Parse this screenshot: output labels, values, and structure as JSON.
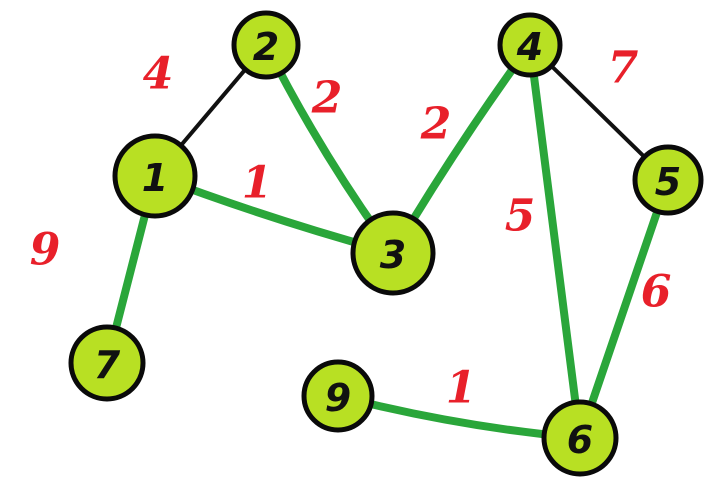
{
  "graph": {
    "colors": {
      "node_fill": "#b8e023",
      "node_stroke": "#0a0a0a",
      "edge_plain": "#111111",
      "edge_highlight": "#2aa63a",
      "weight_text": "#e8202a"
    },
    "nodes": [
      {
        "id": "1",
        "label": "1"
      },
      {
        "id": "2",
        "label": "2"
      },
      {
        "id": "3",
        "label": "3"
      },
      {
        "id": "4",
        "label": "4"
      },
      {
        "id": "5",
        "label": "5"
      },
      {
        "id": "6",
        "label": "6"
      },
      {
        "id": "7",
        "label": "7"
      },
      {
        "id": "9",
        "label": "9"
      }
    ],
    "edges": [
      {
        "from": "1",
        "to": "2",
        "weight": "4",
        "highlighted": false
      },
      {
        "from": "2",
        "to": "3",
        "weight": "2",
        "highlighted": true
      },
      {
        "from": "1",
        "to": "3",
        "weight": "1",
        "highlighted": true
      },
      {
        "from": "1",
        "to": "7",
        "weight": "9",
        "highlighted": true
      },
      {
        "from": "3",
        "to": "4",
        "weight": "2",
        "highlighted": true
      },
      {
        "from": "4",
        "to": "5",
        "weight": "7",
        "highlighted": false
      },
      {
        "from": "4",
        "to": "6",
        "weight": "5",
        "highlighted": true
      },
      {
        "from": "5",
        "to": "6",
        "weight": "6",
        "highlighted": true
      },
      {
        "from": "9",
        "to": "6",
        "weight": "1",
        "highlighted": true
      }
    ]
  }
}
